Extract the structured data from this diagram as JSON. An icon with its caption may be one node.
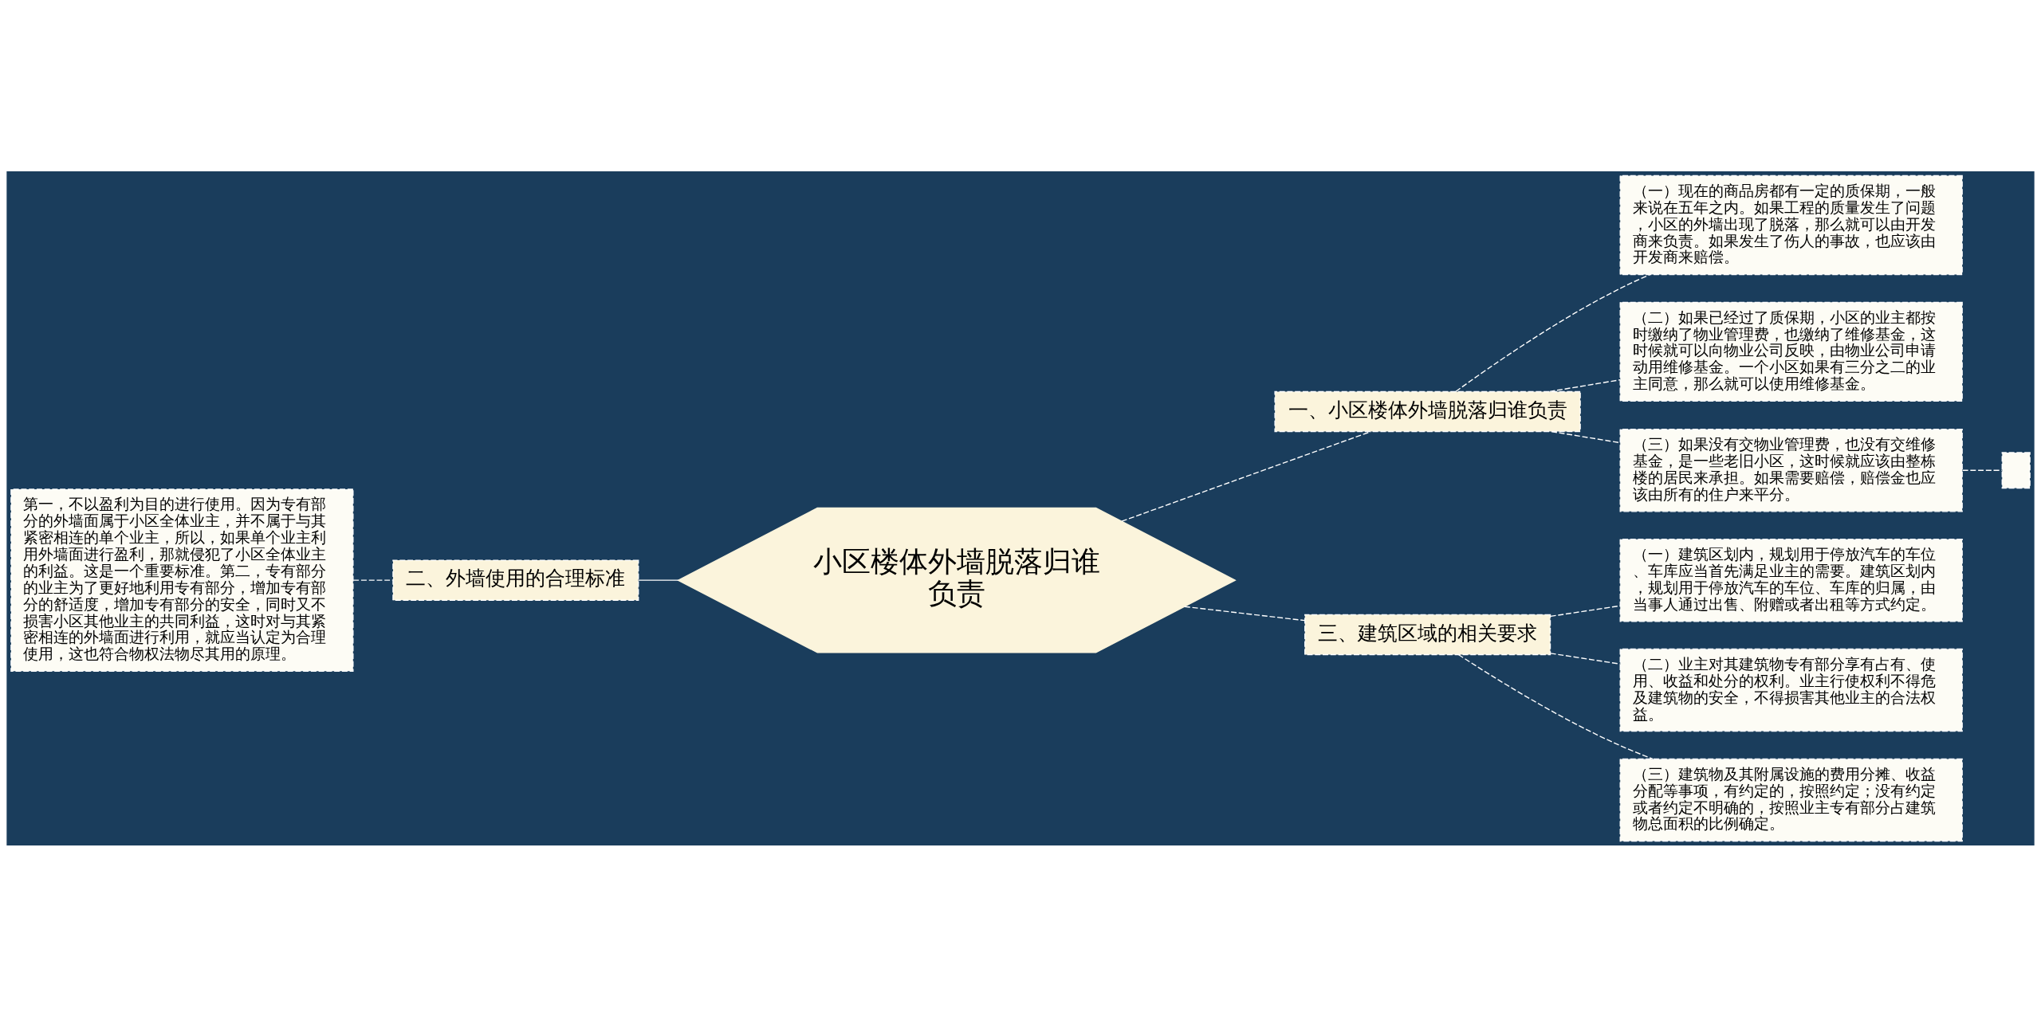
{
  "diagram": {
    "nodes": [
      {
        "text": [
          "小区楼体外墙脱落归谁负责"
        ]
      },
      {
        "text": [
          "一、小区楼体外墙脱落归谁负责"
        ]
      },
      {
        "text": [
          "（一）现在的商品房都有一定的质保期，一般来说在五年之内。如果工程的质量发生了问题，小区的外墙出现了脱落，那么就可以由开发商来负责。如果发生了伤人的事故，也应该由开发商来赔偿。"
        ]
      },
      {
        "text": [
          "（二）如果已经过了质保期，小区的业主都按时缴纳了物业管理费，也缴纳了维修基金，这时候就可以向物业公司反映，由物业公司申请动用维修基金。一个小区如果有三分之二的业主同意，那么就可以使用维修基金。"
        ]
      },
      {
        "text": [
          "（三）如果没有交物业管理费，也没有交维修基金，是一些老旧小区，这时候就应该由整栋楼的居民来承担。如果需要赔偿，赔偿金也应该由所有的住户来平分。"
        ]
      },
      {
        "text": [],
        "shape": "box"
      },
      {
        "text": [
          "二、外墙使用的合理标准"
        ]
      },
      {
        "text": [
          "第一，不以盈利为目的进行使用。因为专有部分的外墙面属于小区全体业主，并不属于与其紧密相连的单个业主，所以，如果单个业主利用外墙面进行盈利，那就侵犯了小区全体业主的利益。这是一个重要标准。第二，专有部分的业主为了更好地利用专有部分，增加专有部分的舒适度，增加专有部分的安全，同时又不损害小区其他业主的共同利益，这时对与其紧密相连的外墙面进行利用，就应当认定为合理使用，这也符合物权法物尽其用的原理。"
        ]
      },
      {
        "text": [
          "三、建筑区域的相关要求"
        ]
      },
      {
        "text": [
          "（一）建筑区划内，规划用于停放汽车的车位、车库应当首先满足业主的需要。建筑区划内，规划用于停放汽车的车位、车库的归属，由当事人通过出售、附赠或者出租等方式约定。"
        ]
      },
      {
        "text": [
          "（二）业主对其建筑物专有部分享有占有、使用、收益和处分的权利。业主行使权利不得危及建筑物的安全，不得损害其他业主的合法权益。"
        ]
      },
      {
        "text": [
          "（三）建筑物及其附属设施的费用分摊、收益分配等事项，有约定的，按照约定；没有约定或者约定不明确的，按照业主专有部分占建筑物总面积的比例确定。"
        ]
      }
    ],
    "edges": [
      {
        "from": 0,
        "to": 1,
        "arrow": "none",
        "style": "dashed"
      },
      {
        "from": 1,
        "to": 2,
        "arrow": "none",
        "style": "dashed"
      },
      {
        "from": 1,
        "to": 3,
        "arrow": "none",
        "style": "dashed"
      },
      {
        "from": 1,
        "to": 4,
        "arrow": "none",
        "style": "dashed"
      },
      {
        "from": 4,
        "to": 5,
        "arrow": "none",
        "style": "dashed"
      },
      {
        "from": 0,
        "to": 6,
        "arrow": "none"
      },
      {
        "from": 6,
        "to": 7,
        "arrow": "none",
        "style": "dashed"
      },
      {
        "from": 0,
        "to": 8,
        "arrow": "none",
        "style": "dashed"
      },
      {
        "from": 8,
        "to": 9,
        "arrow": "none",
        "style": "dashed"
      },
      {
        "from": 8,
        "to": 10,
        "arrow": "none",
        "style": "dashed"
      },
      {
        "from": 8,
        "to": 11,
        "arrow": "none",
        "style": "dashed"
      }
    ]
  }
}
